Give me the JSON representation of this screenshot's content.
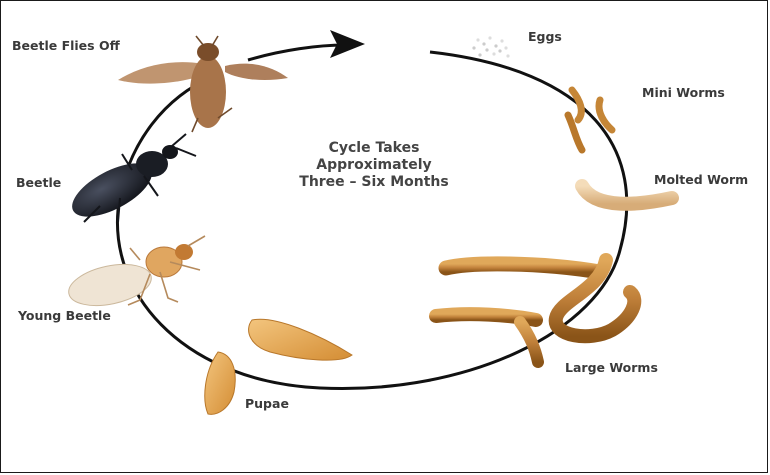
{
  "diagram": {
    "center_text": [
      "Cycle Takes",
      "Approximately",
      "Three – Six Months"
    ],
    "stages": {
      "eggs": "Eggs",
      "mini_worms": "Mini Worms",
      "molted_worm": "Molted Worm",
      "large_worms": "Large Worms",
      "pupae": "Pupae",
      "young_beetle": "Young Beetle",
      "beetle": "Beetle",
      "beetle_flies_off": "Beetle Flies Off"
    }
  },
  "colors": {
    "cycle_line": "#111111",
    "label_text": "#3a3a3a",
    "worm": "#c98a3c",
    "worm_dark": "#8a5418",
    "pupa": "#e2a24d",
    "young_beetle": "#eee3d2",
    "beetle": "#1c1f26",
    "flying_beetle": "#a8744a"
  }
}
